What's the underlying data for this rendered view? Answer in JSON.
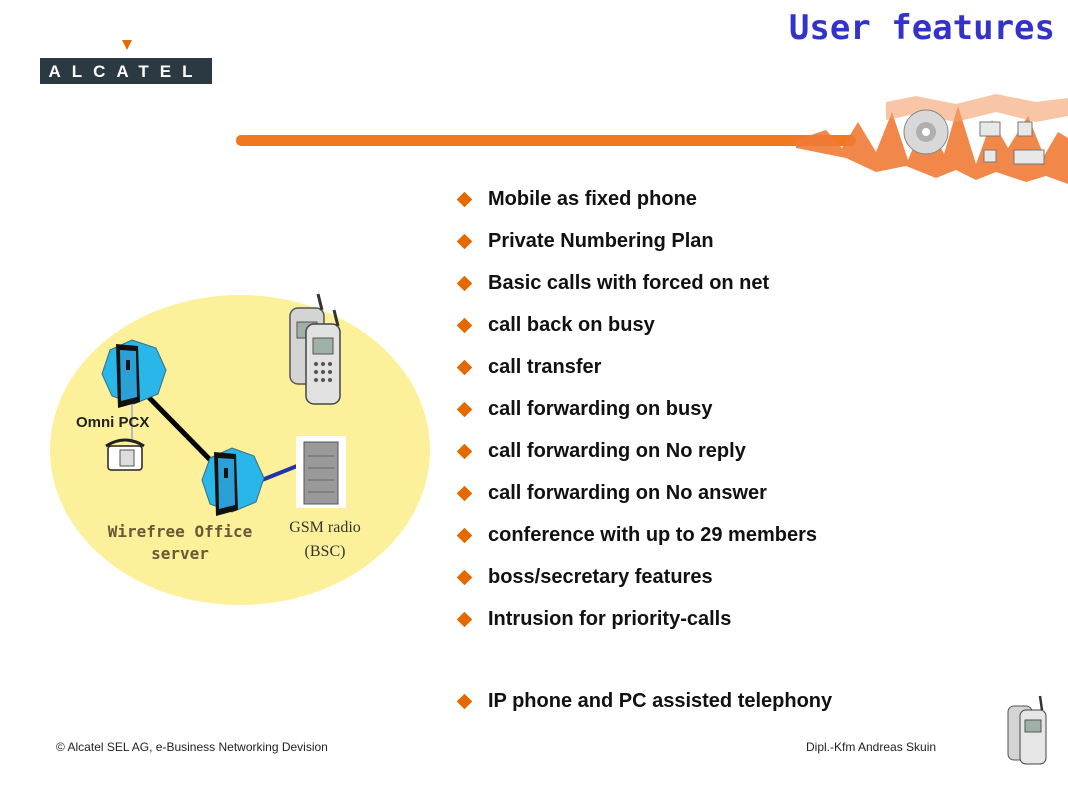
{
  "slide": {
    "title": "User features",
    "brand": "ALCATEL",
    "bullets": [
      "Mobile as fixed phone",
      "Private Numbering Plan",
      "Basic calls with forced on net",
      "call back on busy",
      "call transfer",
      "call forwarding on busy",
      "call forwarding on No reply",
      "call forwarding on No answer",
      "conference with up to 29 members",
      "boss/secretary features",
      "Intrusion for priority-calls",
      "IP phone and PC assisted telephony"
    ],
    "diagram": {
      "omni_label": "Omni PCX",
      "wirefree_label_line1": "Wirefree Office",
      "wirefree_label_line2": "server",
      "gsm_label_line1": "GSM radio",
      "gsm_label_line2": "(BSC)"
    },
    "footer": {
      "left": "© Alcatel SEL AG, e-Business Networking Devision",
      "right": "Dipl.-Kfm Andreas Skuin"
    }
  },
  "colors": {
    "title": "#3333cc",
    "bullet_marker": "#e46a00",
    "banner_orange": "#f0781e",
    "diagram_bg": "#fcf19a",
    "node_blue": "#29b6e8"
  },
  "icons": [
    "alcatel-logo",
    "banner-graphic",
    "diamond-bullet-icon",
    "omni-pcx-icon",
    "wirefree-server-icon",
    "mobile-phone-icon",
    "desk-phone-icon",
    "gsm-rack-icon"
  ]
}
